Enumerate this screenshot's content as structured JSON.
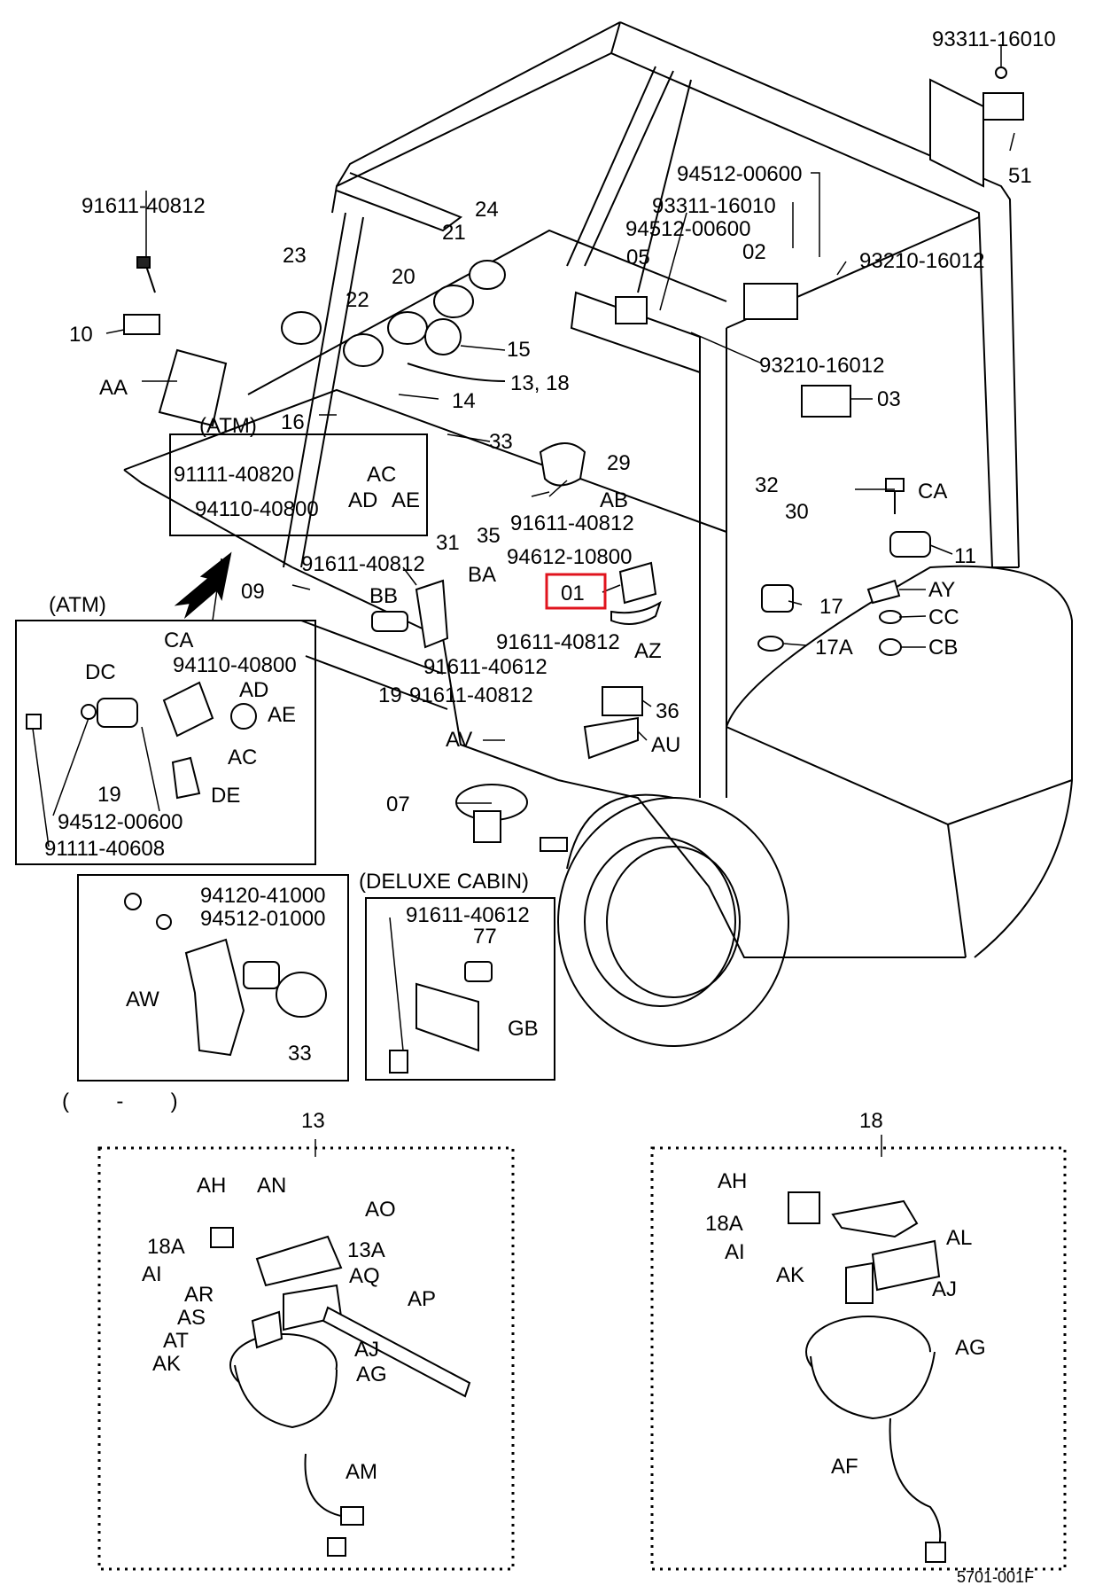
{
  "drawing_code": "5701-001F",
  "highlight": {
    "label": "01",
    "color": "#e0141e"
  },
  "sections": {
    "atm_inline": "(ATM)",
    "atm_box": "(ATM)",
    "deluxe_cabin": "(DELUXE CABIN)",
    "blank_caption": "(        -        )",
    "detail_13": "13",
    "detail_18": "18"
  },
  "main_labels": {
    "p93311_top": "93311-16010",
    "p51": "51",
    "p91611_40812_top": "91611-40812",
    "p94512_00600_a": "94512-00600",
    "p93311_mid": "93311-16010",
    "p94512_00600_b": "94512-00600",
    "p02": "02",
    "p93210_a": "93210-16012",
    "p05": "05",
    "p93210_b": "93210-16012",
    "p03": "03",
    "p23": "23",
    "p21": "21",
    "p24": "24",
    "p20": "20",
    "p22": "22",
    "p10": "10",
    "p15": "15",
    "p13_18": "13, 18",
    "pAA": "AA",
    "p14": "14",
    "p16": "16",
    "p33": "33",
    "p91111_40820": "91111-40820",
    "pAC": "AC",
    "p94110_40800": "94110-40800",
    "pAD": "AD",
    "pAE": "AE",
    "p29": "29",
    "pAB": "AB",
    "p31": "31",
    "p35": "35",
    "p91611_40812_b": "91611-40812",
    "p32": "32",
    "pCA": "CA",
    "p30": "30",
    "p11": "11",
    "p94612": "94612-10800",
    "p91611_40812_c": "91611-40812",
    "pBA": "BA",
    "p09": "09",
    "pBB": "BB",
    "p01": "01",
    "p17": "17",
    "pAY": "AY",
    "pCC": "CC",
    "p17A": "17A",
    "pCB": "CB",
    "p91611_40812_d": "91611-40812",
    "pAZ": "AZ",
    "p91611_40612": "91611-40612",
    "p19": "19",
    "p91611_40812_e": "91611-40812",
    "p36": "36",
    "pAU": "AU",
    "pAV": "AV",
    "p07": "07"
  },
  "atm_box_labels": {
    "CA": "CA",
    "p94110": "94110-40800",
    "DC": "DC",
    "AD": "AD",
    "AE": "AE",
    "AC": "AC",
    "p19": "19",
    "DE": "DE",
    "p94512": "94512-00600",
    "p91111": "91111-40608"
  },
  "aw_box_labels": {
    "p94120": "94120-41000",
    "p94512": "94512-01000",
    "AW": "AW",
    "p33": "33"
  },
  "cabin_box_labels": {
    "p91611": "91611-40612",
    "p77": "77",
    "GB": "GB"
  },
  "detail13_labels": {
    "AH": "AH",
    "AN": "AN",
    "AO": "AO",
    "p18A": "18A",
    "p13A": "13A",
    "AI": "AI",
    "AR": "AR",
    "AQ": "AQ",
    "AS": "AS",
    "AP": "AP",
    "AT": "AT",
    "AK": "AK",
    "AJ": "AJ",
    "AG": "AG",
    "AM": "AM"
  },
  "detail18_labels": {
    "AH": "AH",
    "p18A": "18A",
    "AL": "AL",
    "AI": "AI",
    "AK": "AK",
    "AJ": "AJ",
    "AG": "AG",
    "AF": "AF"
  }
}
